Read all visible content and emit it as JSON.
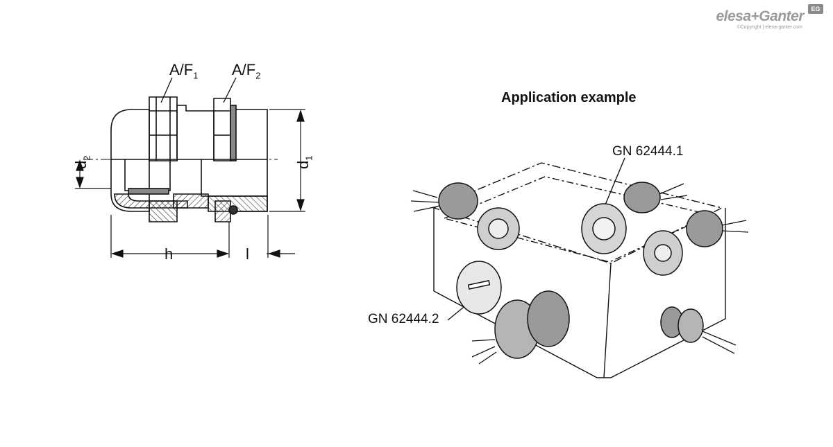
{
  "brand": {
    "name": "elesa+Ganter",
    "copyright": "©Copyright | elesa-ganter.com",
    "badge": "EG"
  },
  "drawing": {
    "af1": {
      "base": "A/F",
      "sub": "1"
    },
    "af2": {
      "base": "A/F",
      "sub": "2"
    },
    "d1": {
      "base": "d",
      "sub": "1"
    },
    "d2": {
      "base": "d",
      "sub": "2"
    },
    "h": "h",
    "l": "l"
  },
  "application": {
    "title": "Application example",
    "label_1": "GN 62444.1",
    "label_2": "GN 62444.2"
  },
  "colors": {
    "line": "#111111",
    "fill_gray": "#888888",
    "hatch": "#333333"
  }
}
